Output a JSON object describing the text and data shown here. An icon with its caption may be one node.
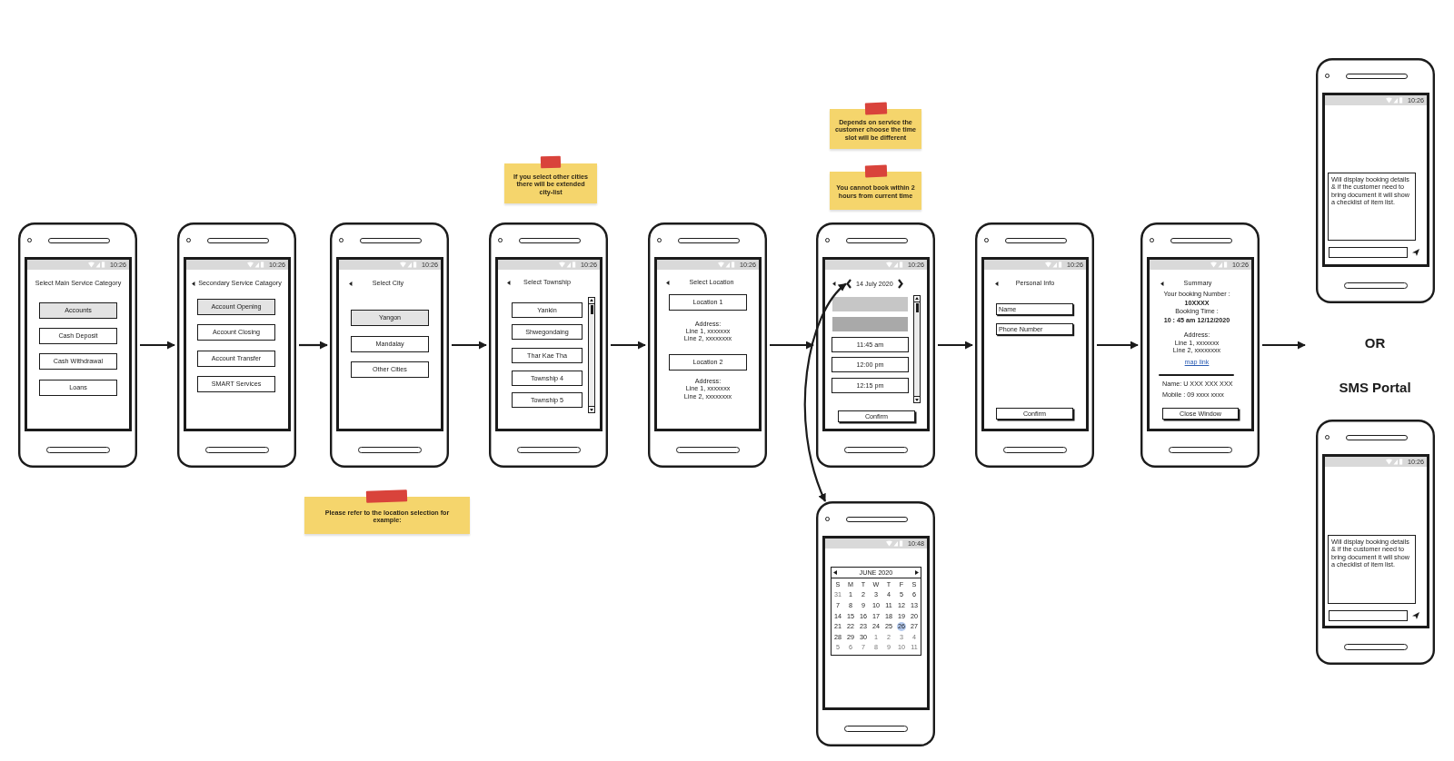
{
  "diagram": {
    "nodes": [
      {
        "text": [
          "10:26",
          "Select Main Service Category"
        ]
      },
      {
        "text": [
          "Accounts"
        ],
        "in": 0
      },
      {
        "text": [
          "Cash Deposit"
        ],
        "in": 0
      },
      {
        "text": [
          "Cash Withdrawal"
        ],
        "in": 0
      },
      {
        "text": [
          "Loans"
        ],
        "in": 0
      },
      {
        "text": [
          "10:26",
          "Secondary Service Catagory"
        ]
      },
      {
        "text": [
          "Account Opening"
        ],
        "in": 5
      },
      {
        "text": [
          "Account Closing"
        ],
        "in": 5
      },
      {
        "text": [
          "Account Transfer"
        ],
        "in": 5
      },
      {
        "text": [
          "SMART Services"
        ],
        "in": 5
      },
      {
        "text": [
          "10:26",
          "Select City"
        ]
      },
      {
        "text": [
          "Yangon"
        ],
        "in": 10
      },
      {
        "text": [
          "Mandalay"
        ],
        "in": 10
      },
      {
        "text": [
          "Other Cities"
        ],
        "in": 10
      },
      {
        "text": [
          "Please refer to the location selection for example:"
        ]
      },
      {
        "text": [
          "If you select other cities there will be extended city-list"
        ]
      },
      {
        "text": [
          "10:26",
          "Select Township"
        ]
      },
      {
        "text": [
          "Yankin"
        ],
        "in": 16
      },
      {
        "text": [
          "Shwegondaing"
        ],
        "in": 16
      },
      {
        "text": [
          "Thar Kae Tha"
        ],
        "in": 16
      },
      {
        "text": [
          "Township 4"
        ],
        "in": 16
      },
      {
        "text": [
          "Township 5"
        ],
        "in": 16
      },
      {
        "text": [
          "10:26",
          "Select Location",
          "Address:",
          "Line 1, xxxxxxx",
          "Line 2, xxxxxxxx",
          "Address:",
          "Line 1, xxxxxxx",
          "Line 2, xxxxxxxx"
        ]
      },
      {
        "text": [
          "Location 1"
        ],
        "in": 22
      },
      {
        "text": [
          "Location 2"
        ],
        "in": 22
      },
      {
        "text": [
          "Depends on service the customer choose the time slot will be different"
        ]
      },
      {
        "text": [
          "You cannot book within 2 hours from current time"
        ]
      },
      {
        "text": [
          "10:26"
        ]
      },
      {
        "text": [
          "14 July 2020"
        ],
        "in": 27
      },
      {
        "text": [],
        "shape": "box",
        "in": 27
      },
      {
        "text": [],
        "shape": "box",
        "in": 27
      },
      {
        "text": [
          "11:45 am"
        ],
        "in": 27
      },
      {
        "text": [
          "12:00 pm"
        ],
        "in": 27
      },
      {
        "text": [
          "12:15 pm"
        ],
        "in": 27
      },
      {
        "text": [
          "Confirm"
        ],
        "in": 27
      },
      {
        "text": [
          "10:48"
        ]
      },
      {
        "text": [
          "JUNE 2020"
        ],
        "in": 35
      },
      {
        "text": [
          "10:26",
          "Personal Info"
        ]
      },
      {
        "text": [
          "Name"
        ],
        "in": 37
      },
      {
        "text": [
          "Phone Number"
        ],
        "in": 37
      },
      {
        "text": [
          "Confirm"
        ],
        "in": 37
      },
      {
        "text": [
          "10:26",
          "Summary",
          "Your booking Number :",
          "10XXXX",
          "Booking Time :",
          "10 : 45 am 12/12/2020",
          "Address:",
          "Line 1, xxxxxxx",
          "Line 2, xxxxxxxx",
          "map link",
          "Name: U XXX XXX XXX",
          "Mobile : 09 xxxx xxxx"
        ]
      },
      {
        "text": [
          "Close Window"
        ],
        "in": 41
      },
      {
        "text": [
          "10:26"
        ]
      },
      {
        "text": [
          "Will display booking details & if the customer need to bring document it will show a checklist of item list."
        ],
        "in": 43
      },
      {
        "text": [
          "10:26"
        ],
        "beside": [
          "SMS Portal"
        ]
      },
      {
        "text": [
          "Will display booking details & if the customer need to bring document it will show a checklist of item list."
        ],
        "in": 45
      }
    ],
    "edges": [
      {
        "from": 0,
        "to": 5,
        "arrow": "to"
      },
      {
        "from": 5,
        "to": 10,
        "arrow": "to"
      },
      {
        "from": 10,
        "to": 16,
        "arrow": "to"
      },
      {
        "from": 16,
        "to": 22,
        "arrow": "to"
      },
      {
        "from": 22,
        "to": 27,
        "arrow": "to"
      },
      {
        "from": 27,
        "to": 37,
        "arrow": "to"
      },
      {
        "from": 37,
        "to": 41,
        "arrow": "to"
      },
      {
        "from": 41,
        "to": null,
        "arrow": "to"
      },
      {
        "from": 28,
        "to": 35,
        "arrow": "both"
      }
    ],
    "labels": [
      "OR",
      "S",
      "M",
      "T",
      "W",
      "T",
      "F",
      "S",
      "31",
      "1",
      "2",
      "3",
      "4",
      "5",
      "6",
      "7",
      "8",
      "9",
      "10",
      "11",
      "12",
      "13",
      "14",
      "15",
      "16",
      "17",
      "18",
      "19",
      "20",
      "21",
      "22",
      "23",
      "24",
      "25",
      "26",
      "27",
      "28",
      "29",
      "30",
      "1",
      "2",
      "3",
      "4",
      "5",
      "6",
      "7",
      "8",
      "9",
      "10",
      "11"
    ]
  }
}
